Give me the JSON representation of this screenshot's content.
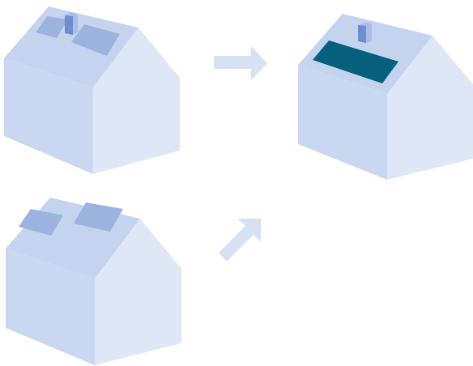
{
  "diagram": {
    "houses": [
      {
        "role": "house-before-top",
        "features": [
          "two-skylights",
          "chimney"
        ]
      },
      {
        "role": "house-after",
        "features": [
          "solar-panel",
          "chimney"
        ]
      },
      {
        "role": "house-before-bottom",
        "features": [
          "two-skylights"
        ]
      }
    ],
    "arrows": [
      {
        "role": "arrow-right",
        "direction": "right"
      },
      {
        "role": "arrow-diagonal",
        "direction": "up-right"
      }
    ]
  },
  "colors": {
    "roof": "#c4d4ee",
    "wall_front": "#c9d8f0",
    "wall_side": "#dfe7f7",
    "skylight": "#9cb2df",
    "chimney_front": "#6d8fcf",
    "chimney_side": "#a9bde6",
    "solar_panel": "#06607d",
    "arrow": "#d6e1f4"
  }
}
